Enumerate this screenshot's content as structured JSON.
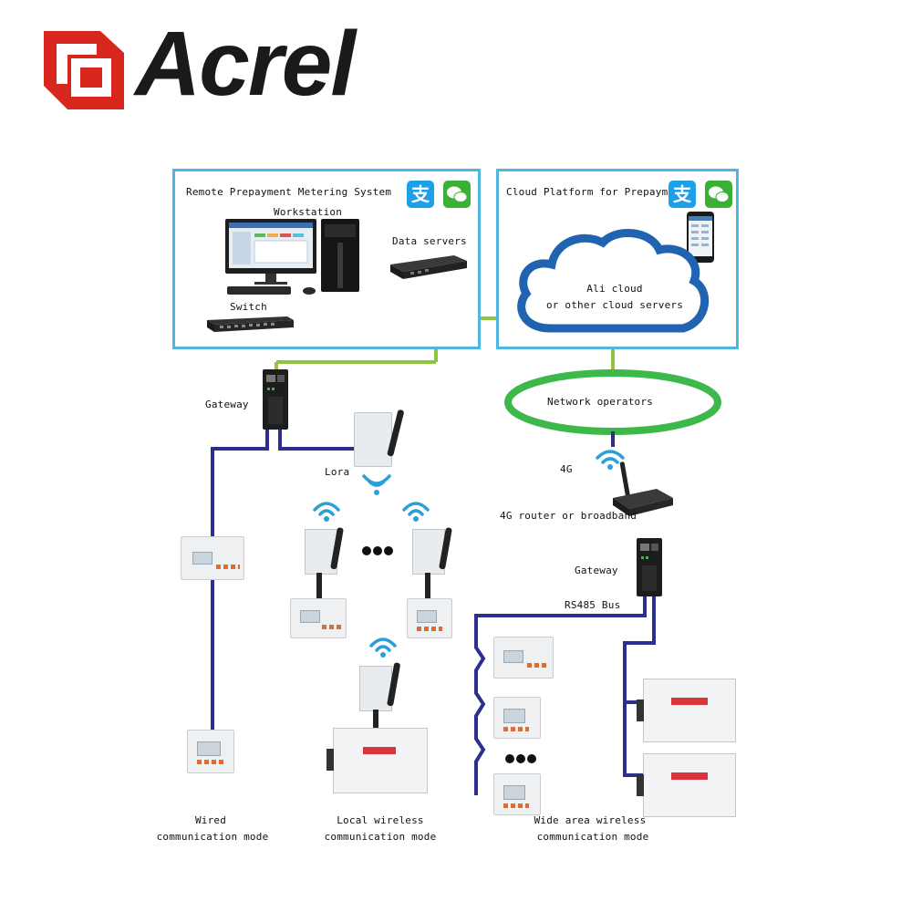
{
  "brand": {
    "name": "Acrel",
    "logo_color": "#d7261e"
  },
  "panels": {
    "remote": {
      "title": "Remote Prepayment Metering System"
    },
    "cloud": {
      "title": "Cloud Platform for Prepayment"
    }
  },
  "labels": {
    "workstation": "Workstation",
    "data_servers": "Data servers",
    "switch": "Switch",
    "ali_cloud": "Ali cloud",
    "other_cloud": "or other cloud servers",
    "network_operators": "Network operators",
    "gateway_left": "Gateway",
    "lora": "Lora",
    "fourg": "4G",
    "router": "4G router or broadband",
    "gateway_right": "Gateway",
    "rs485": "RS485 Bus",
    "wired_1": "Wired",
    "wired_2": "communication mode",
    "local_1": "Local wireless",
    "local_2": "communication mode",
    "wide_1": "Wide area wireless",
    "wide_2": "communication mode"
  },
  "icons": {
    "alipay": {
      "glyph": "支",
      "color": "#1da0e8"
    },
    "wechat": {
      "color": "#3ab034"
    }
  },
  "colors": {
    "panel_border": "#4fb6e2",
    "ethernet_line": "#8cc63f",
    "bus_line": "#2c2f8f",
    "ring": "#3db84a",
    "wifi": "#2a9fd8"
  }
}
